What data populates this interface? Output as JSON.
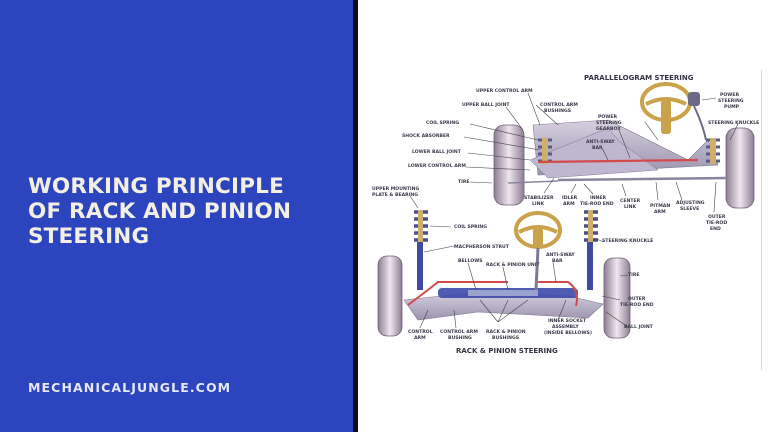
{
  "left_panel": {
    "title_lines": [
      "WORKING PRINCIPLE",
      "OF RACK AND PINION",
      "STEERING"
    ],
    "site": "MECHANICALJUNGLE.COM",
    "background_color": "#2c44be",
    "text_color": "#f4efe3"
  },
  "diagram": {
    "top": {
      "title": "PARALLELOGRAM STEERING",
      "labels": {
        "upper_control_arm": "UPPER CONTROL ARM",
        "upper_ball_joint": "UPPER BALL JOINT",
        "control_arm_bushings": [
          "CONTROL ARM",
          "BUSHINGS"
        ],
        "power_steering_gearbox": [
          "POWER",
          "STEERING",
          "GEARBOX"
        ],
        "power_steering_pump": [
          "POWER",
          "STEERING",
          "PUMP"
        ],
        "coil_spring": "COIL SPRING",
        "shock_absorber": "SHOCK ABSORBER",
        "steering_knuckle": "STEERING KNUCKLE",
        "lower_ball_joint": "LOWER BALL JOINT",
        "anti_sway_bar": [
          "ANTI-SWAY",
          "BAR"
        ],
        "lower_control_arm": "LOWER CONTROL ARM",
        "tire": "TIRE",
        "stabilizer_link": [
          "STABILIZER",
          "LINK"
        ],
        "idler_arm": [
          "IDLER",
          "ARM"
        ],
        "inner_tie_rod_end": [
          "INNER",
          "TIE-ROD END"
        ],
        "center_link": [
          "CENTER",
          "LINK"
        ],
        "pitman_arm": [
          "PITMAN",
          "ARM"
        ],
        "adjusting_sleeve": [
          "ADJUSTING",
          "SLEEVE"
        ],
        "outer_tie_rod_end": [
          "OUTER",
          "TIE-ROD",
          "END"
        ]
      }
    },
    "bottom": {
      "title": "RACK & PINION STEERING",
      "labels": {
        "upper_mounting_plate": [
          "UPPER MOUNTING",
          "PLATE & BEARING"
        ],
        "coil_spring": "COIL SPRING",
        "macpherson_strut": "MACPHERSON STRUT",
        "steering_knuckle": "STEERING KNUCKLE",
        "anti_sway_bar": [
          "ANTI-SWAY",
          "BAR"
        ],
        "bellows": "BELLOWS",
        "rack_pinion_unit": "RACK & PINION UNIT",
        "tire": "TIRE",
        "outer_tie_rod_end": [
          "OUTER",
          "TIE-ROD END"
        ],
        "ball_joint": "BALL JOINT",
        "control_arm": [
          "CONTROL",
          "ARM"
        ],
        "control_arm_bushing": [
          "CONTROL ARM",
          "BUSHING"
        ],
        "rack_pinion_bushings": [
          "RACK & PINION",
          "BUSHINGS"
        ],
        "inner_socket_assembly": [
          "INNER SOCKET",
          "ASSEMBLY",
          "(INSIDE BELLOWS)"
        ]
      }
    }
  }
}
